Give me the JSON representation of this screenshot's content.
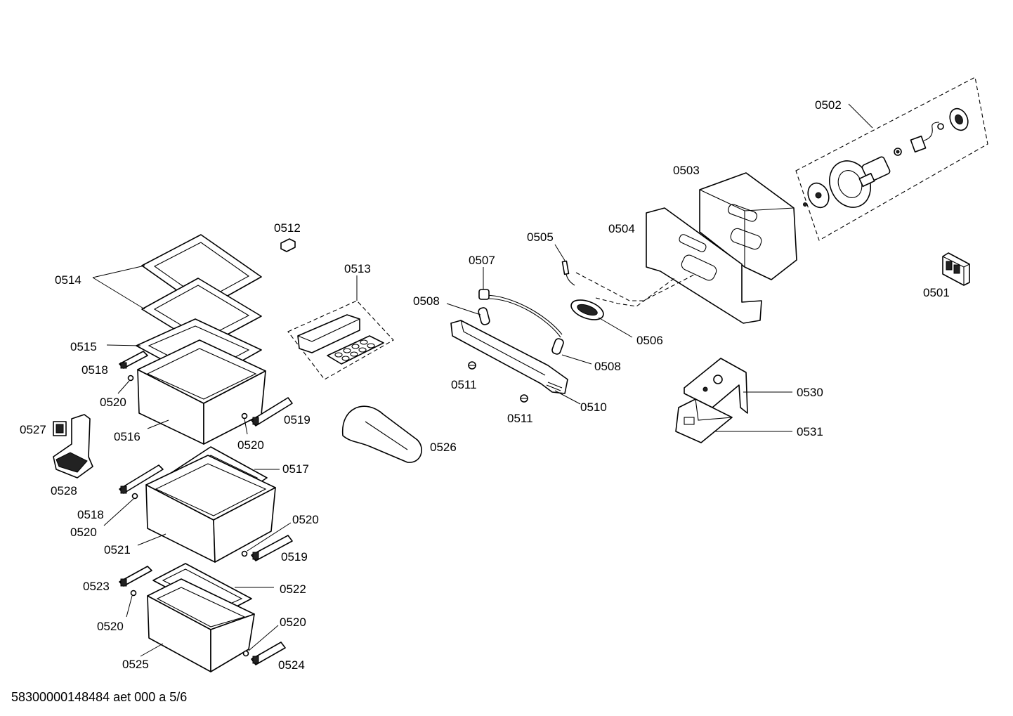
{
  "labels": {
    "p0501": "0501",
    "p0502": "0502",
    "p0503": "0503",
    "p0504": "0504",
    "p0505": "0505",
    "p0506": "0506",
    "p0507": "0507",
    "p0508": "0508",
    "p0510": "0510",
    "p0511": "0511",
    "p0512": "0512",
    "p0513": "0513",
    "p0514": "0514",
    "p0515": "0515",
    "p0516": "0516",
    "p0517": "0517",
    "p0518": "0518",
    "p0519": "0519",
    "p0520": "0520",
    "p0521": "0521",
    "p0522": "0522",
    "p0523": "0523",
    "p0524": "0524",
    "p0525": "0525",
    "p0526": "0526",
    "p0527": "0527",
    "p0528": "0528",
    "p0530": "0530",
    "p0531": "0531"
  },
  "footer": "58300000148484 aet 000 a 5/6"
}
